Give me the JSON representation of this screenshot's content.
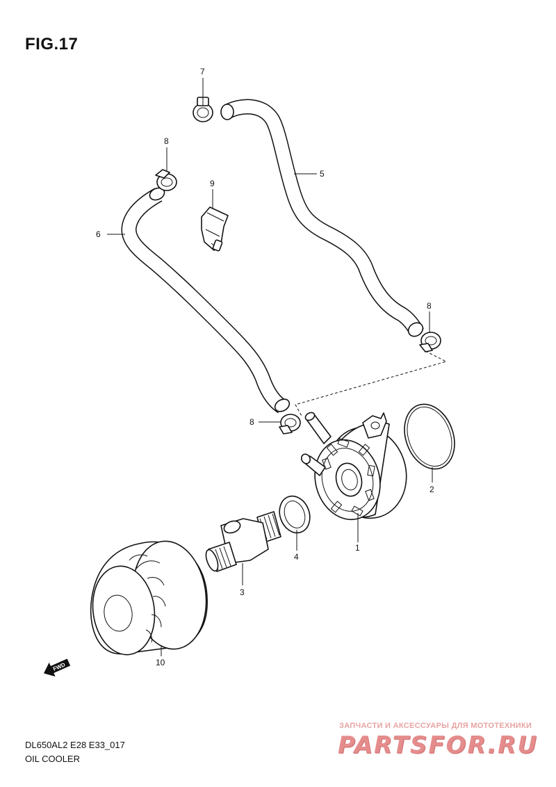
{
  "figure": {
    "title": "FIG.17"
  },
  "callouts": [
    {
      "id": "1",
      "label": "1"
    },
    {
      "id": "2",
      "label": "2"
    },
    {
      "id": "3",
      "label": "3"
    },
    {
      "id": "4",
      "label": "4"
    },
    {
      "id": "5",
      "label": "5"
    },
    {
      "id": "6",
      "label": "6"
    },
    {
      "id": "7",
      "label": "7"
    },
    {
      "id": "8a",
      "label": "8"
    },
    {
      "id": "8b",
      "label": "8"
    },
    {
      "id": "8c",
      "label": "8"
    },
    {
      "id": "9",
      "label": "9"
    },
    {
      "id": "10",
      "label": "10"
    }
  ],
  "direction_badge": {
    "label": "FWD"
  },
  "footer": {
    "model_code": "DL650AL2 E28 E33_017",
    "section_name": "OIL COOLER"
  },
  "watermark": {
    "tagline": "ЗАПЧАСТИ И АКСЕССУАРЫ ДЛЯ МОТОТЕХНИКИ",
    "brand": "PARTSFOR.RU"
  },
  "colors": {
    "line": "#111111",
    "watermark": "#e58c8c",
    "background": "#ffffff"
  }
}
